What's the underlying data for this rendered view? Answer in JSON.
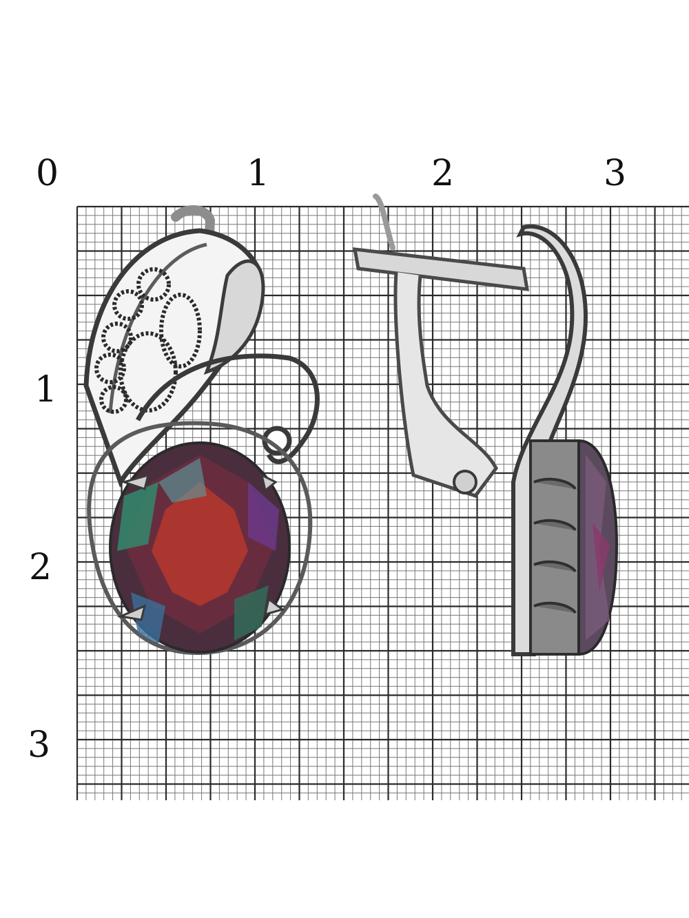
{
  "ruler": {
    "x_ticks": [
      "0",
      "1",
      "2",
      "3"
    ],
    "y_ticks": [
      "1",
      "2",
      "3"
    ],
    "grid_color": "#333333",
    "minor_grid_color": "#666666"
  },
  "product": {
    "left_view": "earring-front-view",
    "right_view": "earring-side-view",
    "stone_colors": [
      "#7a2a3a",
      "#2f6f5a",
      "#c0392b",
      "#3b5f8a",
      "#6b3a6e"
    ],
    "metal_color": "#b5b5b5"
  }
}
